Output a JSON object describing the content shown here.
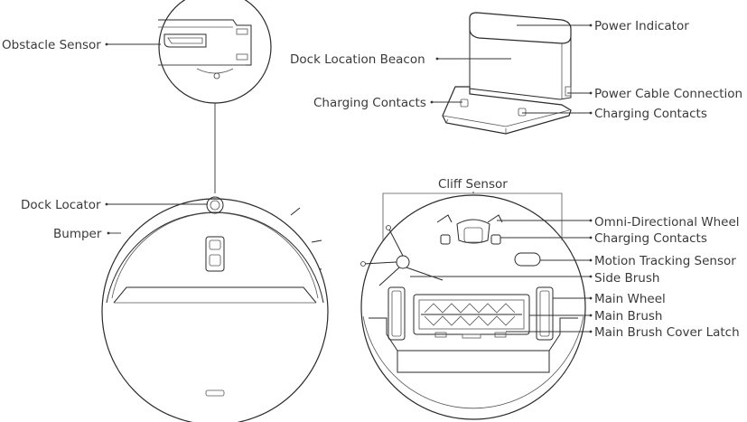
{
  "labels": {
    "obstacle_sensor": "Obstacle Sensor",
    "dock_locator": "Dock Locator",
    "bumper": "Bumper",
    "power_indicator": "Power Indicator",
    "dock_location_beacon": "Dock Location Beacon",
    "charging_contacts_dock_left": "Charging Contacts",
    "power_cable_connection": "Power Cable Connection",
    "charging_contacts_dock_right": "Charging Contacts",
    "cliff_sensor": "Cliff Sensor",
    "omni_directional_wheel": "Omni-Directional Wheel",
    "charging_contacts_robot": "Charging Contacts",
    "motion_tracking_sensor": "Motion Tracking Sensor",
    "side_brush": "Side Brush",
    "main_wheel": "Main Wheel",
    "main_brush": "Main Brush",
    "main_brush_cover_latch": "Main Brush Cover Latch"
  }
}
